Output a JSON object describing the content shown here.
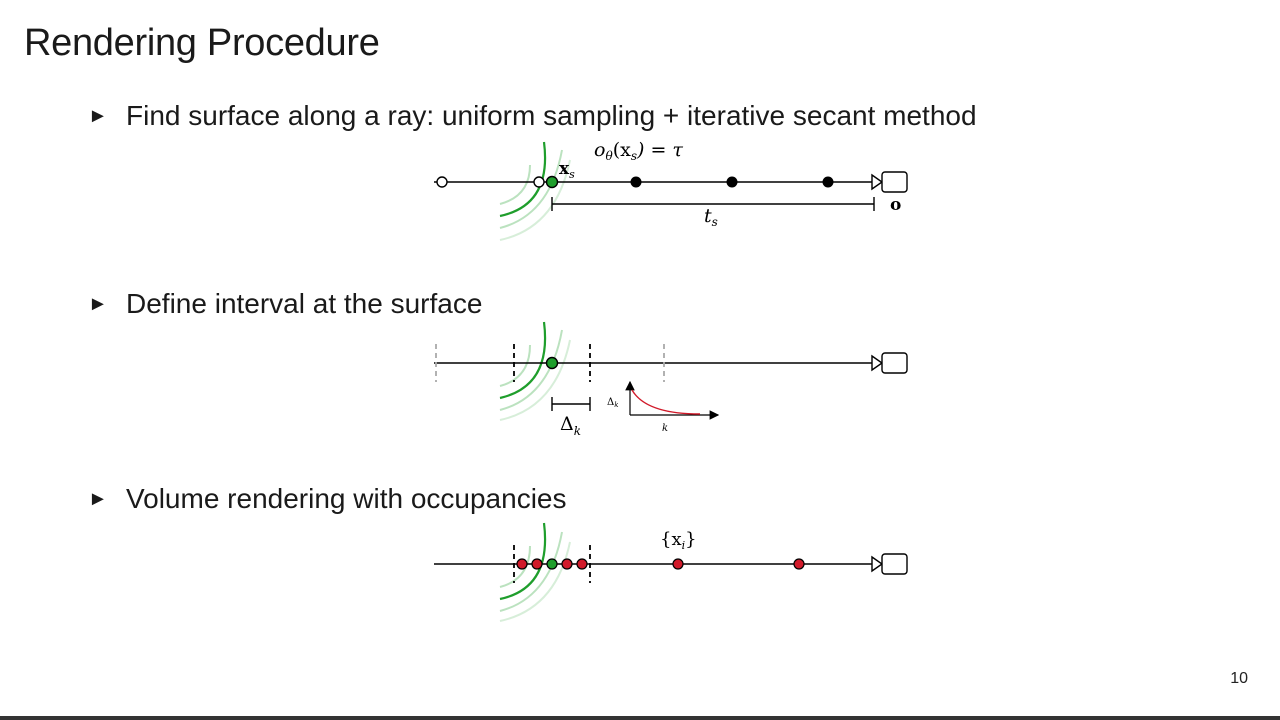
{
  "slide": {
    "title": "Rendering Procedure",
    "page_number": "10"
  },
  "bullets": [
    {
      "marker": "►",
      "text": "Find surface along a ray: uniform sampling + iterative secant method"
    },
    {
      "marker": "►",
      "text": "Define interval at the surface"
    },
    {
      "marker": "►",
      "text": "Volume rendering with occupancies"
    }
  ],
  "diagram1": {
    "equation_lhs": "o",
    "equation_sub": "θ",
    "equation_mid": "(x",
    "equation_sub2": "s",
    "equation_rhs": ") = τ",
    "point_label": "x",
    "point_label_sub": "s",
    "distance_label": "t",
    "distance_label_sub": "s",
    "origin_label": "o"
  },
  "diagram2": {
    "interval_label": "Δ",
    "interval_label_sub": "k",
    "plot_ylabel": "Δ",
    "plot_ylabel_sub": "k",
    "plot_xlabel": "k"
  },
  "diagram3": {
    "samples_label_open": "{x",
    "samples_label_sub": "i",
    "samples_label_close": "}"
  },
  "colors": {
    "surface_green": "#1f9e2c",
    "sample_red": "#d11a2a",
    "ray_black": "#000000",
    "faint_gray": "#aaaaaa"
  }
}
